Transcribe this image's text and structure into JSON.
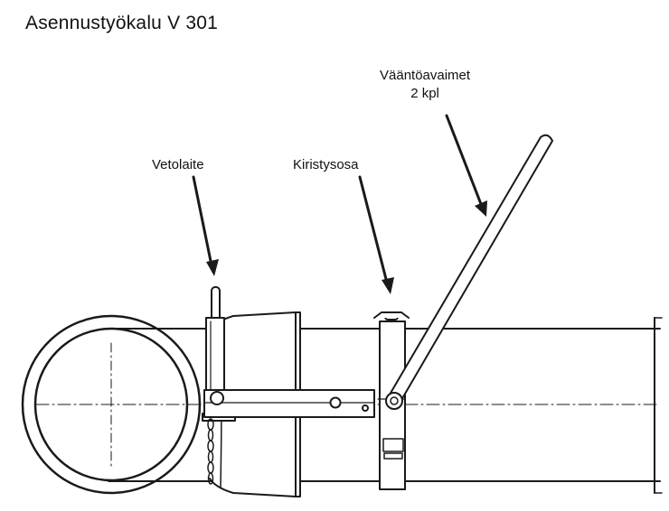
{
  "title": "Asennustyökalu V 301",
  "labels": {
    "vetolaite": "Vetolaite",
    "kiristysosa": "Kiristysosa",
    "vaantoavaimet_line1": "Vääntöavaimet",
    "vaantoavaimet_line2": "2 kpl"
  },
  "colors": {
    "line": "#1a1a1a",
    "background": "#ffffff"
  }
}
